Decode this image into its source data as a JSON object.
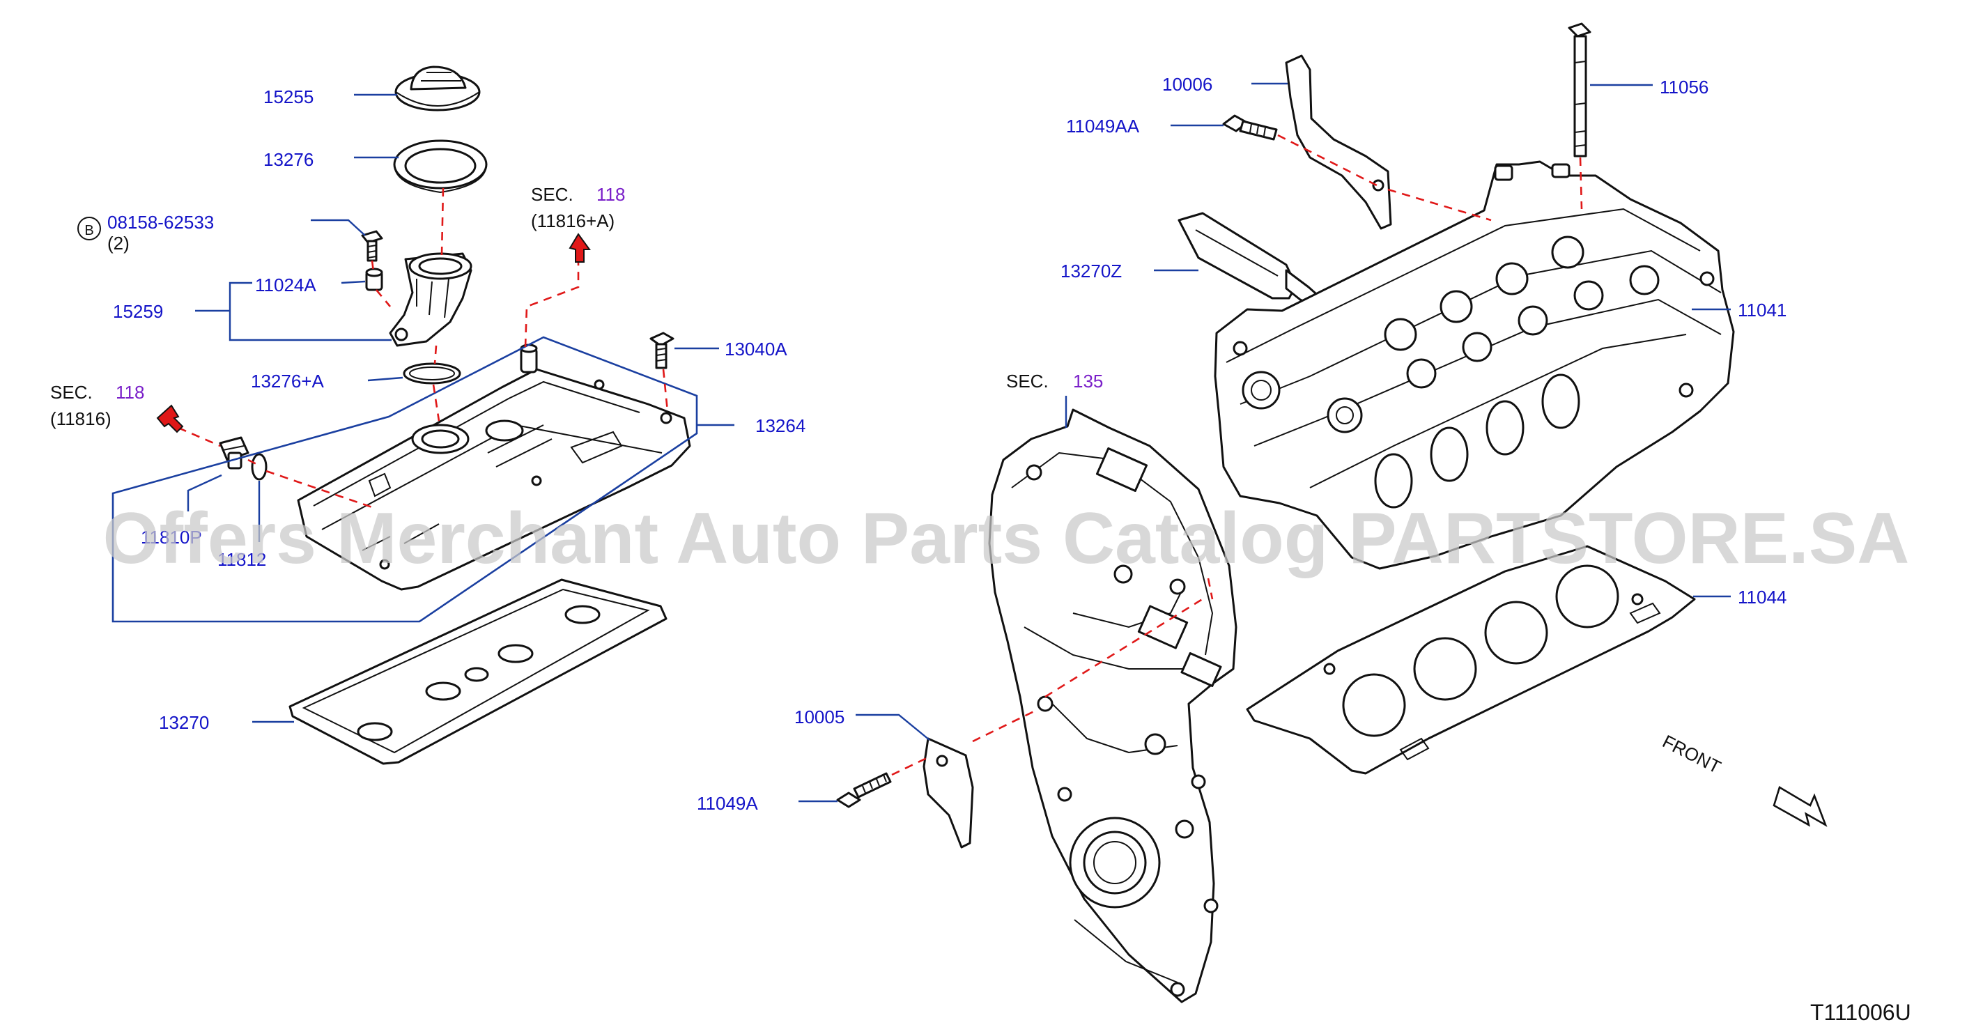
{
  "labels": {
    "p15255": "15255",
    "p13276": "13276",
    "p08158": "08158-62533",
    "p08158_qty": "(2)",
    "bolt_badge": "B",
    "p11024A": "11024A",
    "p15259": "15259",
    "p13276A": "13276+A",
    "p13040A": "13040A",
    "p13264": "13264",
    "p11810P": "11810P",
    "p11812": "11812",
    "p13270": "13270",
    "p10005": "10005",
    "p11049A": "11049A",
    "p10006": "10006",
    "p11049AA": "11049AA",
    "p11056": "11056",
    "p13270Z": "13270Z",
    "p11041": "11041",
    "p11044": "11044"
  },
  "sections": {
    "sec_a_prefix": "SEC.",
    "sec_a_num": "118",
    "sec_a_ref": "(11816+A)",
    "sec_b_prefix": "SEC.",
    "sec_b_num": "118",
    "sec_b_ref": "(11816)",
    "sec_c_prefix": "SEC.",
    "sec_c_num": "135"
  },
  "direction": "FRONT",
  "diagram_code": "T111006U",
  "watermark": "Offers Merchant Auto Parts Catalog PARTSTORE.SA",
  "colors": {
    "label": "#1414c8",
    "section_number": "#7a1fc9",
    "leader": "#1a3fa0",
    "dashed_guide": "#e01818",
    "watermark": "#c9c9c9"
  }
}
